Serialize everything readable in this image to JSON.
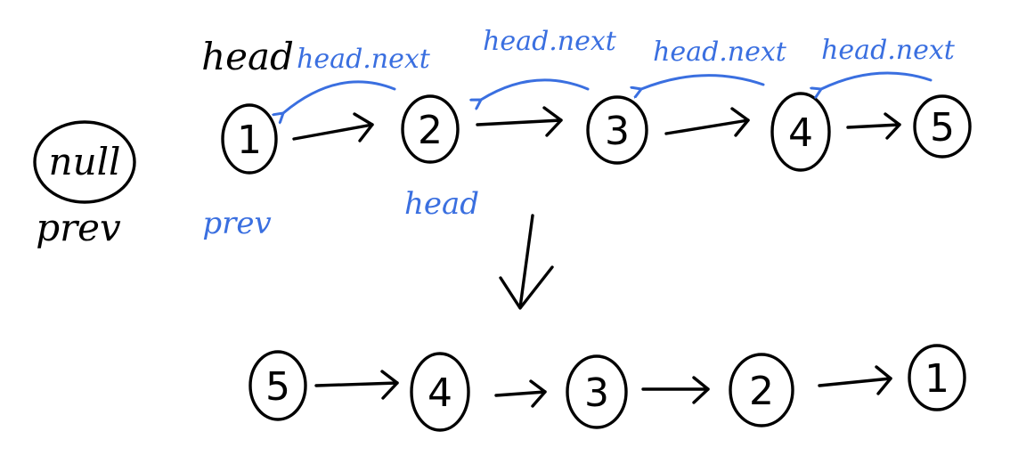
{
  "colors": {
    "ink": "#000000",
    "accent": "#3a6fe0",
    "background": "#ffffff"
  },
  "labels": {
    "null": "null",
    "prev_black": "prev",
    "head_black": "head",
    "prev_blue": "prev",
    "head_blue": "head",
    "head_next": "head.next"
  },
  "lists": {
    "original": [
      "1",
      "2",
      "3",
      "4",
      "5"
    ],
    "reversed": [
      "5",
      "4",
      "3",
      "2",
      "1"
    ]
  }
}
